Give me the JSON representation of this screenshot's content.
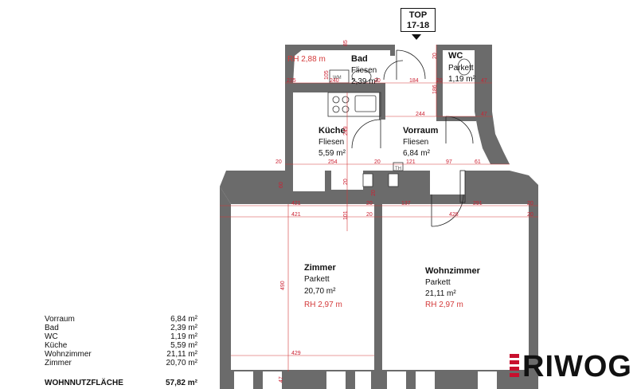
{
  "top_badge": {
    "line1": "TOP",
    "line2": "17-18"
  },
  "rooms": {
    "bad": {
      "name": "Bad",
      "floor": "Fliesen",
      "area": "2,39 m²",
      "rh": "RH 2,88 m"
    },
    "wc": {
      "name": "WC",
      "floor": "Parkett",
      "area": "1,19 m²"
    },
    "kueche": {
      "name": "Küche",
      "floor": "Fliesen",
      "area": "5,59 m²"
    },
    "vorraum": {
      "name": "Vorraum",
      "floor": "Fliesen",
      "area": "6,84 m²"
    },
    "zimmer": {
      "name": "Zimmer",
      "floor": "Parkett",
      "area": "20,70 m²",
      "rh": "RH 2,97 m"
    },
    "wohnzimmer": {
      "name": "Wohnzimmer",
      "floor": "Parkett",
      "area": "21,11 m²",
      "rh": "RH 2,97 m"
    }
  },
  "fixtures": {
    "wm": "WM",
    "th": "TH"
  },
  "dimensions": {
    "d235": "235",
    "d240": "240",
    "d20a": "20",
    "d184": "184",
    "d20b": "20",
    "d47a": "47",
    "d244": "244",
    "d47b": "47",
    "d20c": "20",
    "d254": "254",
    "d20d": "20",
    "d121": "121",
    "d97": "97",
    "d61": "61",
    "d421a": "421",
    "d20e": "20",
    "d137": "137",
    "d291": "291",
    "d20f": "20",
    "d421b": "421",
    "d20g": "20",
    "d428": "428",
    "d20h": "20",
    "d429": "429",
    "d490": "490",
    "d101": "101",
    "d60": "60",
    "d20v1": "20",
    "d20v2": "20",
    "d249": "249",
    "d105": "105",
    "d85": "85",
    "d186": "186",
    "d47c": "47",
    "d20v3": "20"
  },
  "area_table": {
    "rows": [
      {
        "label": "Vorraum",
        "value": "6,84 m²"
      },
      {
        "label": "Bad",
        "value": "2,39 m²"
      },
      {
        "label": "WC",
        "value": "1,19 m²"
      },
      {
        "label": "Küche",
        "value": "5,59 m²"
      },
      {
        "label": "Wohnzimmer",
        "value": "21,11 m²"
      },
      {
        "label": "Zimmer",
        "value": "20,70 m²"
      }
    ],
    "total_label": "WOHNNUTZFLÄCHE",
    "total_value": "57,82 m²"
  },
  "logo": "RIWOG",
  "colors": {
    "wall": "#6b6b6b",
    "dimension": "#d43a3a",
    "logo_accent": "#c8102e"
  }
}
